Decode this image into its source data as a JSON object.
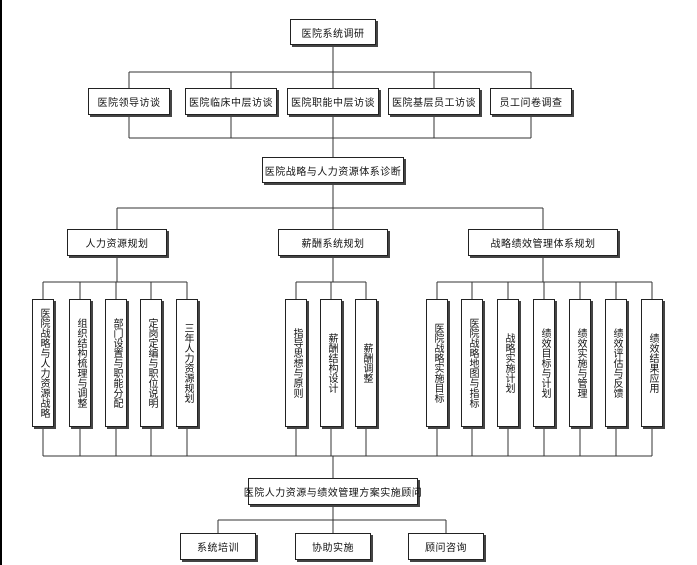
{
  "root": "医院系统调研",
  "interviews": [
    "医院领导访谈",
    "医院临床中层访谈",
    "医院职能中层访谈",
    "医院基层员工访谈",
    "员工问卷调查"
  ],
  "diagnosis": "医院战略与人力资源体系诊断",
  "groups": [
    {
      "label": "人力资源规划",
      "items": [
        "医院战略与人力资源战略",
        "组织结构梳理与调整",
        "部门设置与职能分配",
        "定岗定编与职位说明",
        "三年人力资源规划"
      ]
    },
    {
      "label": "薪酬系统规划",
      "items": [
        "指导思想与原则",
        "薪酬结构设计",
        "薪酬调整"
      ]
    },
    {
      "label": "战略绩效管理体系规划",
      "items": [
        "医院战略实施目标",
        "医院战略地图与指标",
        "战略实施计划",
        "绩效目标与计划",
        "绩效实施与管理",
        "绩效评估与反馈",
        "绩效结果应用"
      ]
    }
  ],
  "implementation": "医院人力资源与绩效管理方案实施顾问",
  "support": [
    "系统培训",
    "协助实施",
    "顾问咨询"
  ]
}
